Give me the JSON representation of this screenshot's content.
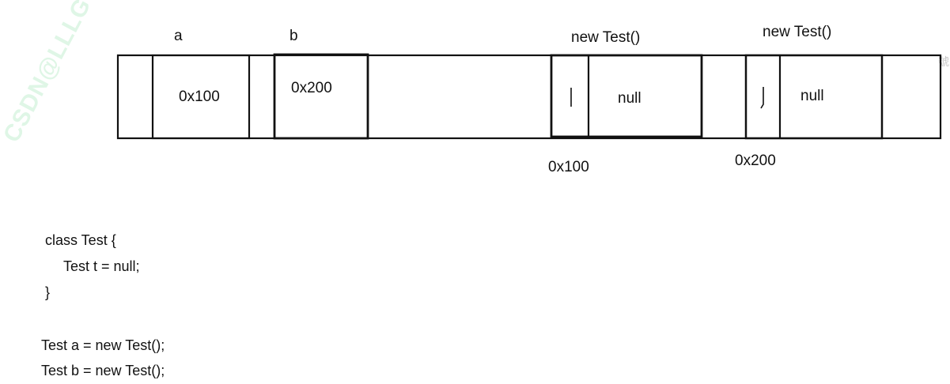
{
  "watermark": "CSDN@LLLGYPT",
  "edge_mark": "號",
  "stack_labels": {
    "a": "a",
    "b": "b"
  },
  "stack_values": {
    "a": "0x100",
    "b": "0x200"
  },
  "heap_objects": [
    {
      "header": "new Test()",
      "field_value": "null",
      "address": "0x100"
    },
    {
      "header": "new Test()",
      "field_value": "null",
      "address": "0x200"
    }
  ],
  "code": {
    "class_line": "class Test {",
    "field_line": "Test t = null;",
    "close_line": "}",
    "decl_a": "Test a = new Test();",
    "decl_b": "Test b = new Test();"
  }
}
